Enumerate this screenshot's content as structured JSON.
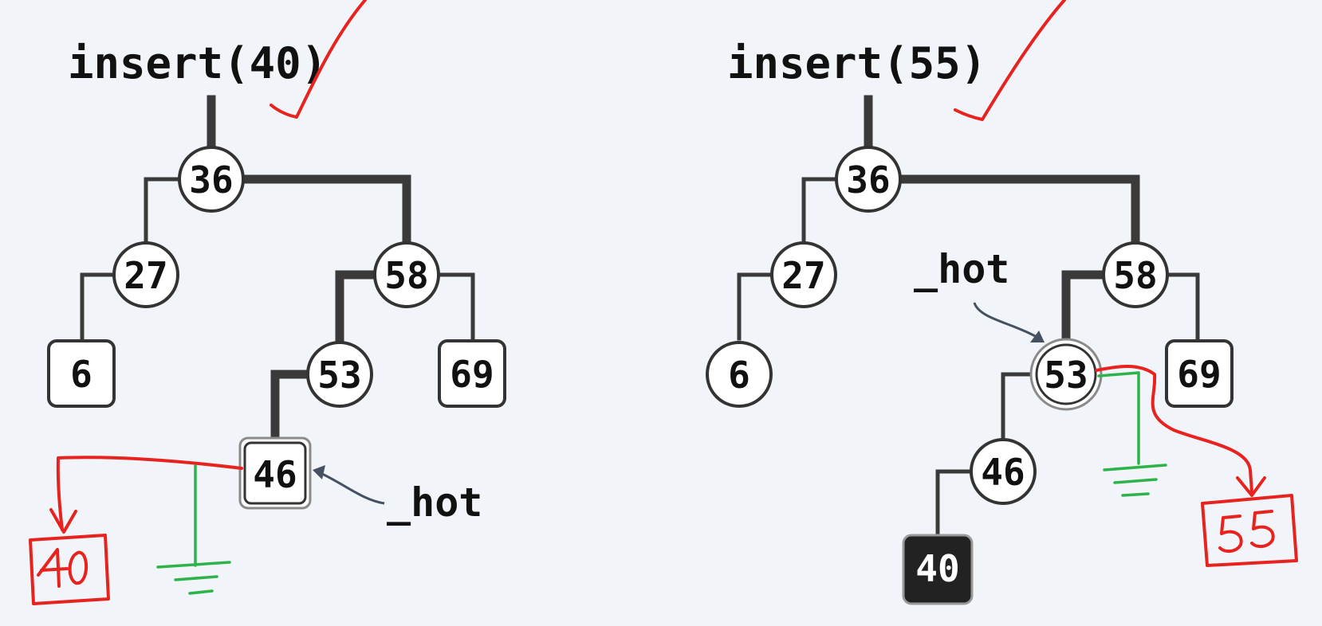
{
  "left_panel": {
    "call": "insert(40)",
    "hot_label": "_hot",
    "nodes": {
      "n36": "36",
      "n27": "27",
      "n58": "58",
      "n6": "6",
      "n53": "53",
      "n69": "69",
      "n46": "46"
    },
    "new_node": "40"
  },
  "right_panel": {
    "call": "insert(55)",
    "hot_label": "_hot",
    "nodes": {
      "n36": "36",
      "n27": "27",
      "n58": "58",
      "n6": "6",
      "n53": "53",
      "n69": "69",
      "n46": "46",
      "n40": "40"
    },
    "new_node": "55"
  },
  "colors": {
    "background": "#f1f5f9",
    "node_stroke": "#333333",
    "annotation_red": "#e8231f",
    "annotation_green": "#2db34a",
    "inserted_node_fill": "#222222"
  }
}
